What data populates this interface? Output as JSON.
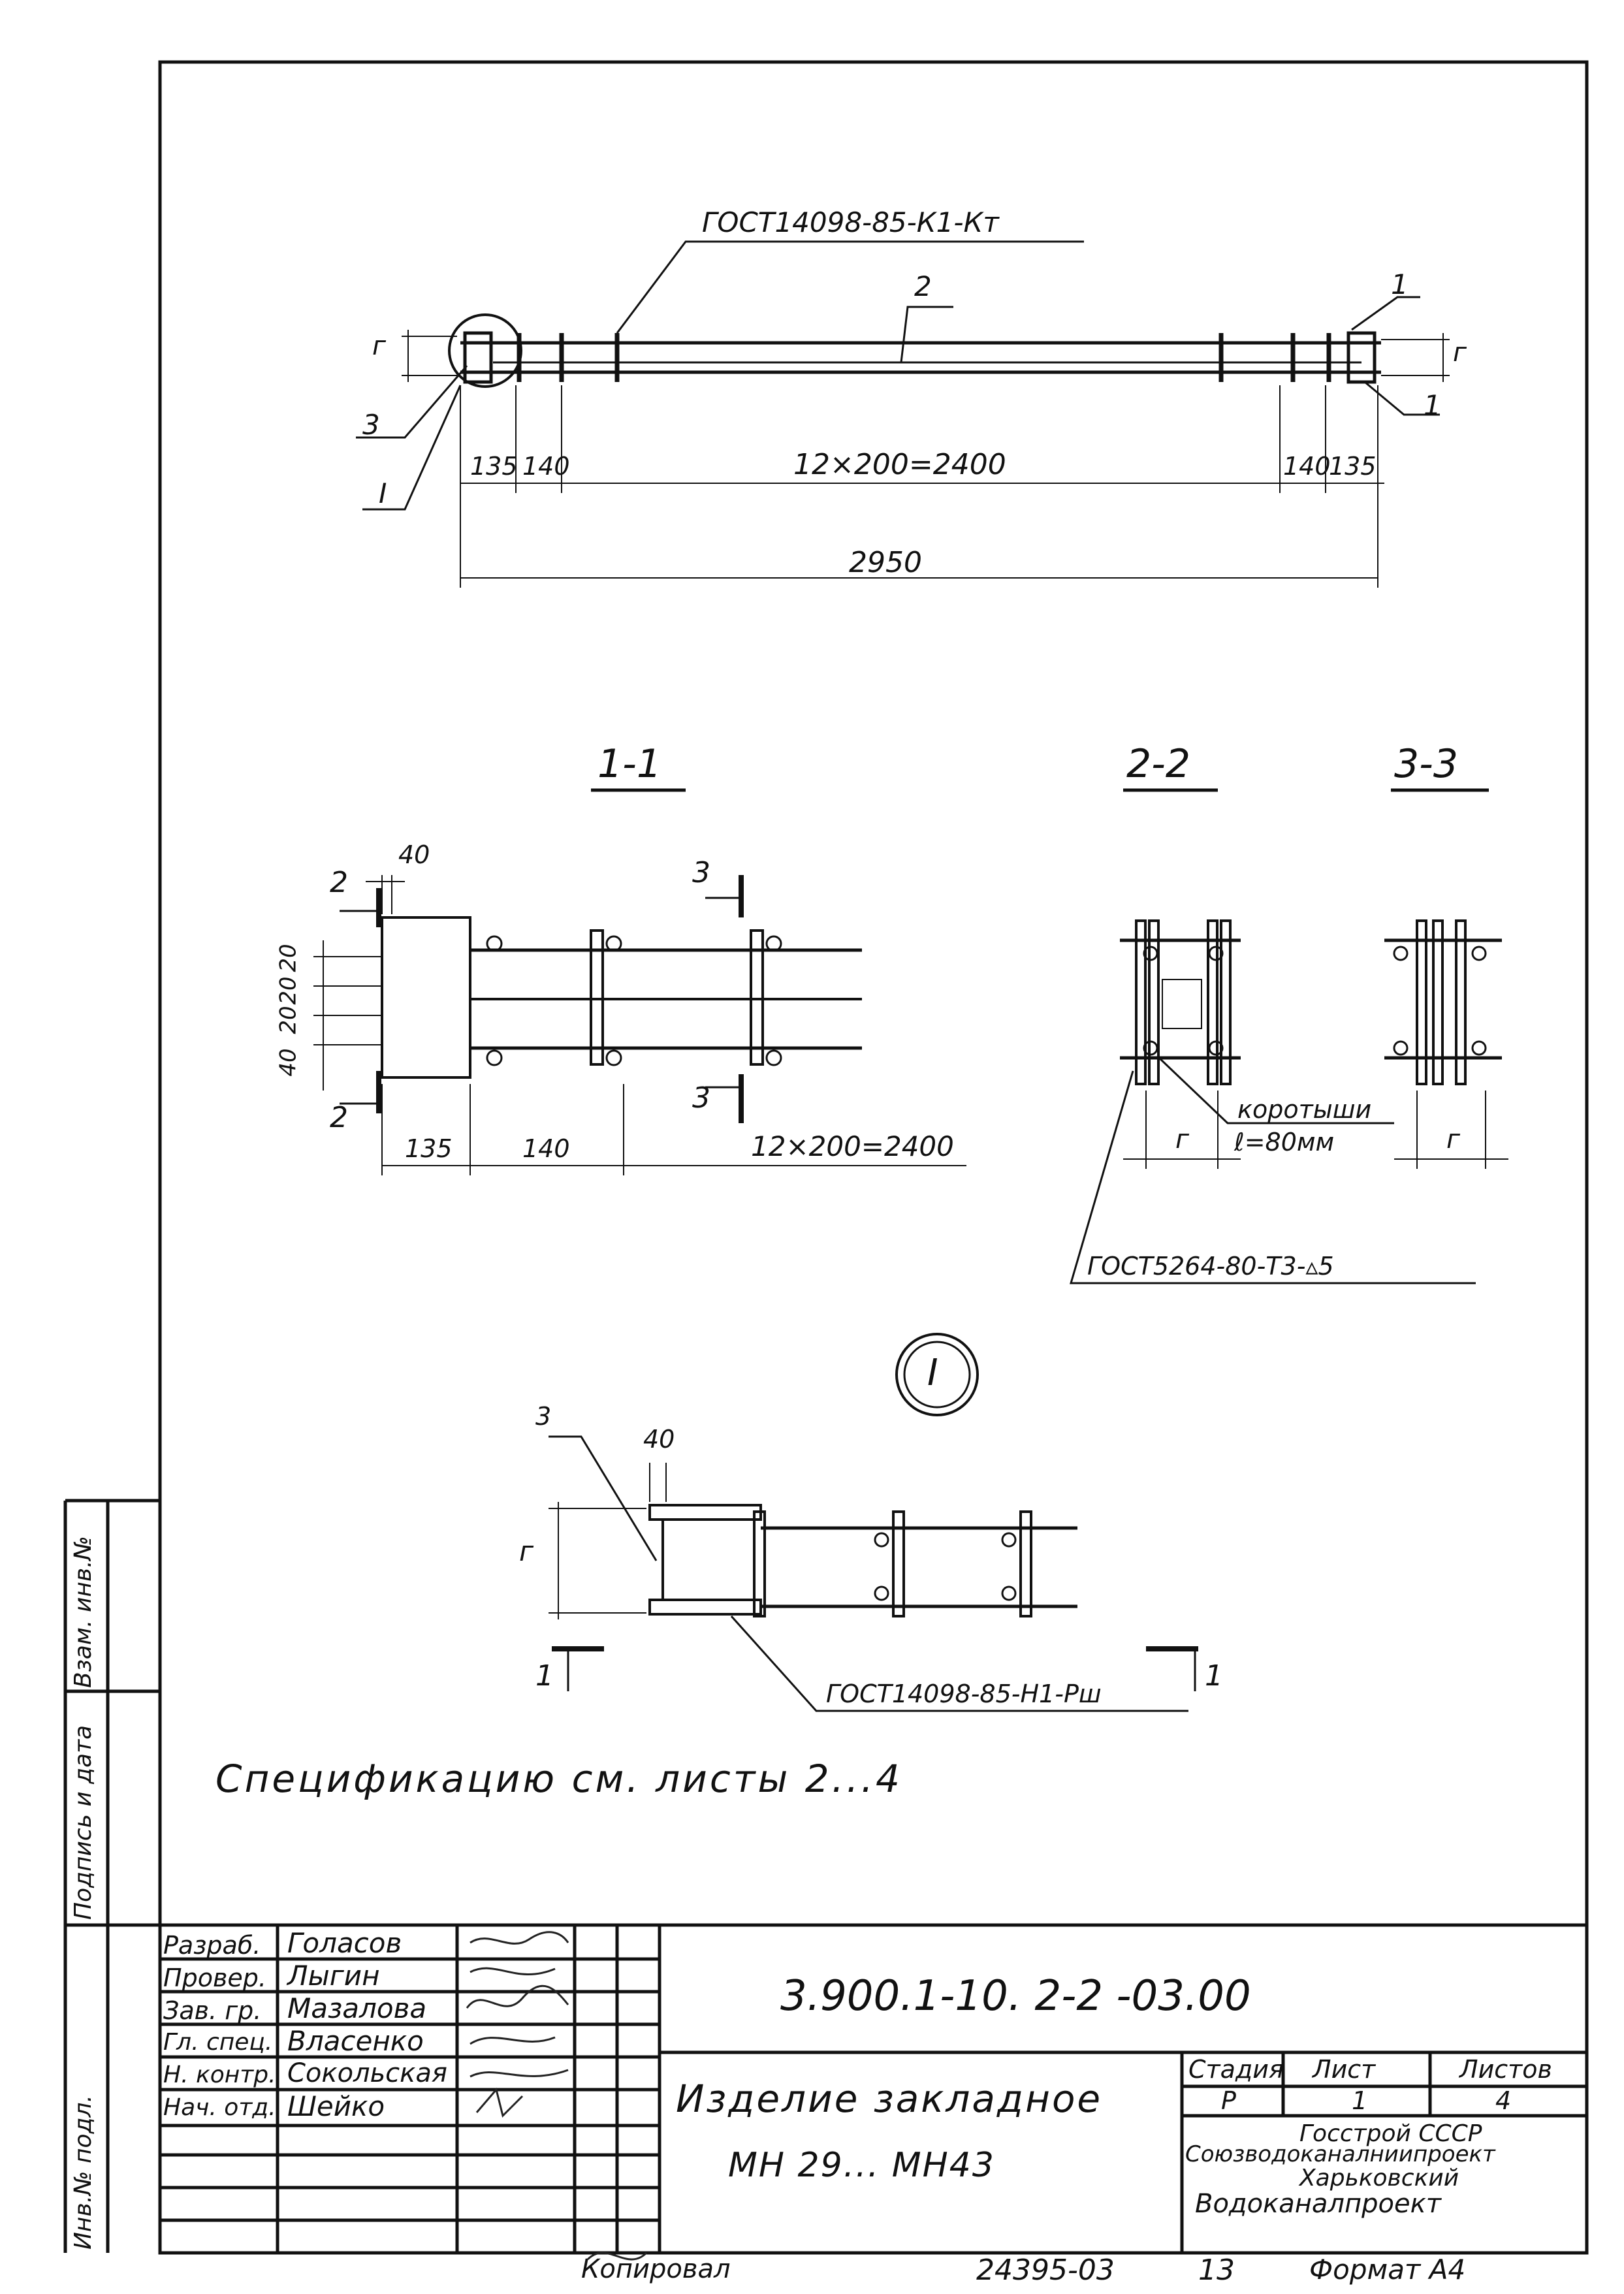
{
  "drawing": {
    "gost_top": "ГОСТ14098-85-К1-Кт",
    "pos_1": "1",
    "pos_2": "2",
    "pos_3": "3",
    "callout_I": "I",
    "dim_g": "г",
    "dim_135": "135",
    "dim_140": "140",
    "dim_span": "12×200=2400",
    "dim_total": "2950"
  },
  "sections": {
    "s11": {
      "title": "1-1"
    },
    "s22": {
      "title": "2-2"
    },
    "s33": {
      "title": "3-3"
    },
    "dim_40": "40",
    "dim_20": "20",
    "sec_mark_2": "2",
    "sec_mark_3": "3",
    "dim_135": "135",
    "dim_140": "140",
    "dim_span": "12×200=2400",
    "note_korotyshi": "коротыши",
    "note_length": "ℓ=80мм",
    "dim_g": "г",
    "gost_weld": "ГОСТ5264-80-Т3-▵5"
  },
  "detail": {
    "mark": "I",
    "pos_3": "3",
    "dim_40": "40",
    "dim_g": "г",
    "cut_mark": "1",
    "gost_bottom": "ГОСТ14098-85-Н1-Рш"
  },
  "spec_note": "Спецификацию см. листы 2...4",
  "side_stamp": {
    "col1": "Инв.№ подл.",
    "col2": "Подпись и дата",
    "col3": "Взам. инв.№"
  },
  "title_block": {
    "roles": [
      "Разраб.",
      "Провер.",
      "Зав. гр.",
      "Гл. спец.",
      "Н. контр.",
      "Нач. отд."
    ],
    "names": [
      "Голасов",
      "Лыгин",
      "Мазалова",
      "Власенко",
      "Сокольская",
      "Шейко"
    ],
    "designation": "3.900.1-10. 2-2 -03.00",
    "title_line1": "Изделие закладное",
    "title_line2": "МН 29... МН43",
    "stage_header": "Стадия",
    "sheet_header": "Лист",
    "sheets_header": "Листов",
    "stage_value": "Р",
    "sheet_value": "1",
    "sheets_value": "4",
    "org_line1": "Госстрой СССР",
    "org_line2": "Союзводоканалниипроект",
    "org_line3": "Харьковский",
    "org_line4": "Водоканалпроект"
  },
  "footer": {
    "copied": "Копировал",
    "number": "24395-03",
    "page": "13",
    "format": "Формат А4"
  }
}
